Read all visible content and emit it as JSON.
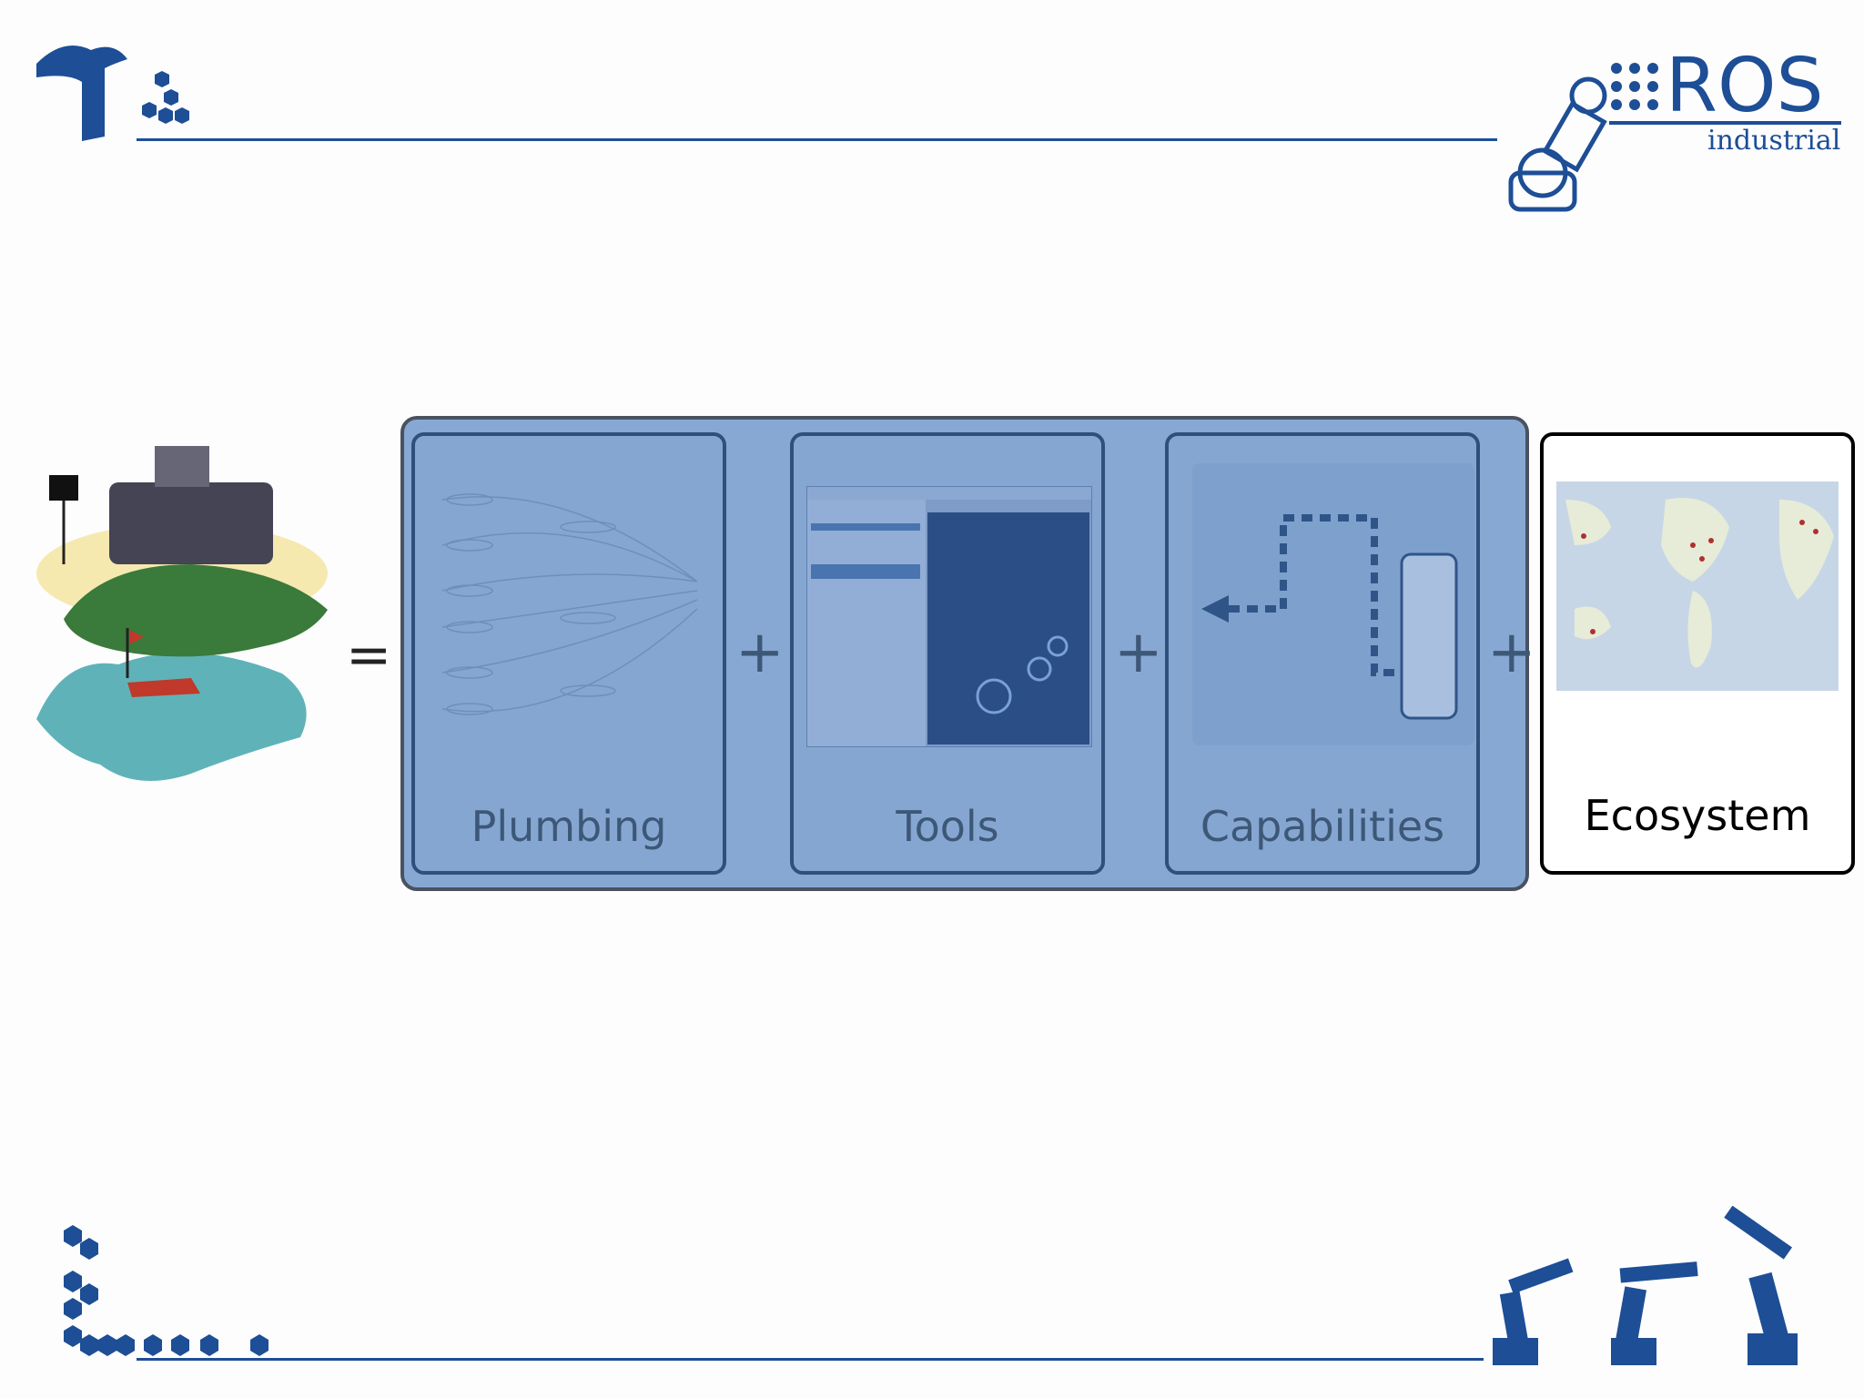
{
  "logo": {
    "ros": "ROS",
    "sub": "industrial"
  },
  "panel": {
    "equals": "=",
    "cards": [
      {
        "label": "Plumbing"
      },
      {
        "label": "Tools"
      },
      {
        "label": "Capabilities"
      }
    ],
    "plus": "+",
    "ecosystem": {
      "label": "Ecosystem"
    }
  },
  "colors": {
    "brand_blue": "#1d4e96",
    "panel_fill": "#88a8d4",
    "panel_text": "#3d5877"
  }
}
